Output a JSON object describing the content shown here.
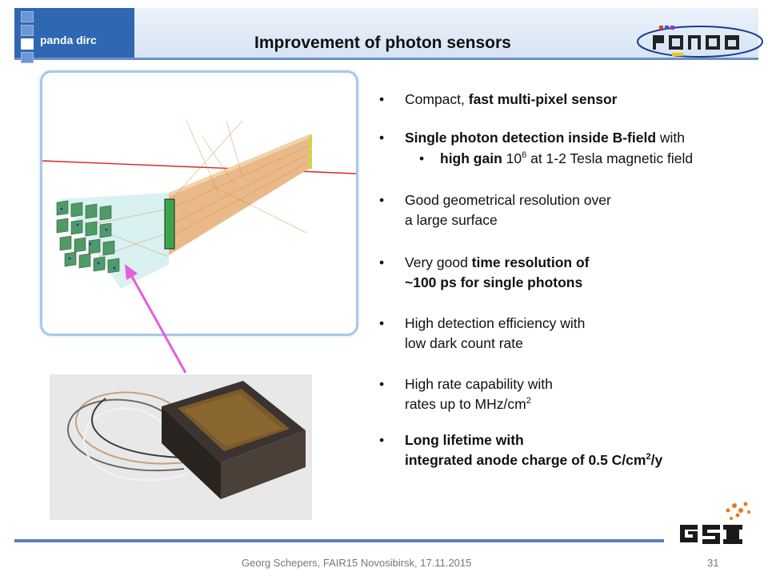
{
  "header": {
    "section_label": "panda dirc",
    "title": "Improvement of photon sensors"
  },
  "bullets": [
    {
      "t1": "Compact, ",
      "t2": "fast multi-pixel sensor"
    },
    {
      "t1": "Single photon detection inside B-field",
      "t2": " with"
    },
    {
      "t1": "high gain",
      "t2": " 10",
      "sup": "6",
      "t3": " at 1-2 Tesla magnetic field"
    },
    {
      "line1": "Good geometrical resolution over",
      "line2": "a large surface"
    },
    {
      "t1": "Very good ",
      "t2": "time resolution of",
      "line2": "~100 ps for single photons"
    },
    {
      "line1": "High detection efficiency with",
      "line2": "low dark count rate"
    },
    {
      "line1": "High rate capability with",
      "line2": "rates up to MHz/cm",
      "sup": "2"
    },
    {
      "line1": "Long lifetime with",
      "line2": "integrated anode charge of 0.5 C/cm",
      "sup": "2",
      "tail": "/y"
    }
  ],
  "footer": {
    "text": "Georg Schepers, FAIR15 Novosibirsk, 17.11.2015",
    "page": "31"
  },
  "colors": {
    "header_blue": "#2f67b3",
    "frame": "#a9c7e8",
    "arrow": "#e85ddc",
    "footer_line": "#5b7fc0"
  }
}
